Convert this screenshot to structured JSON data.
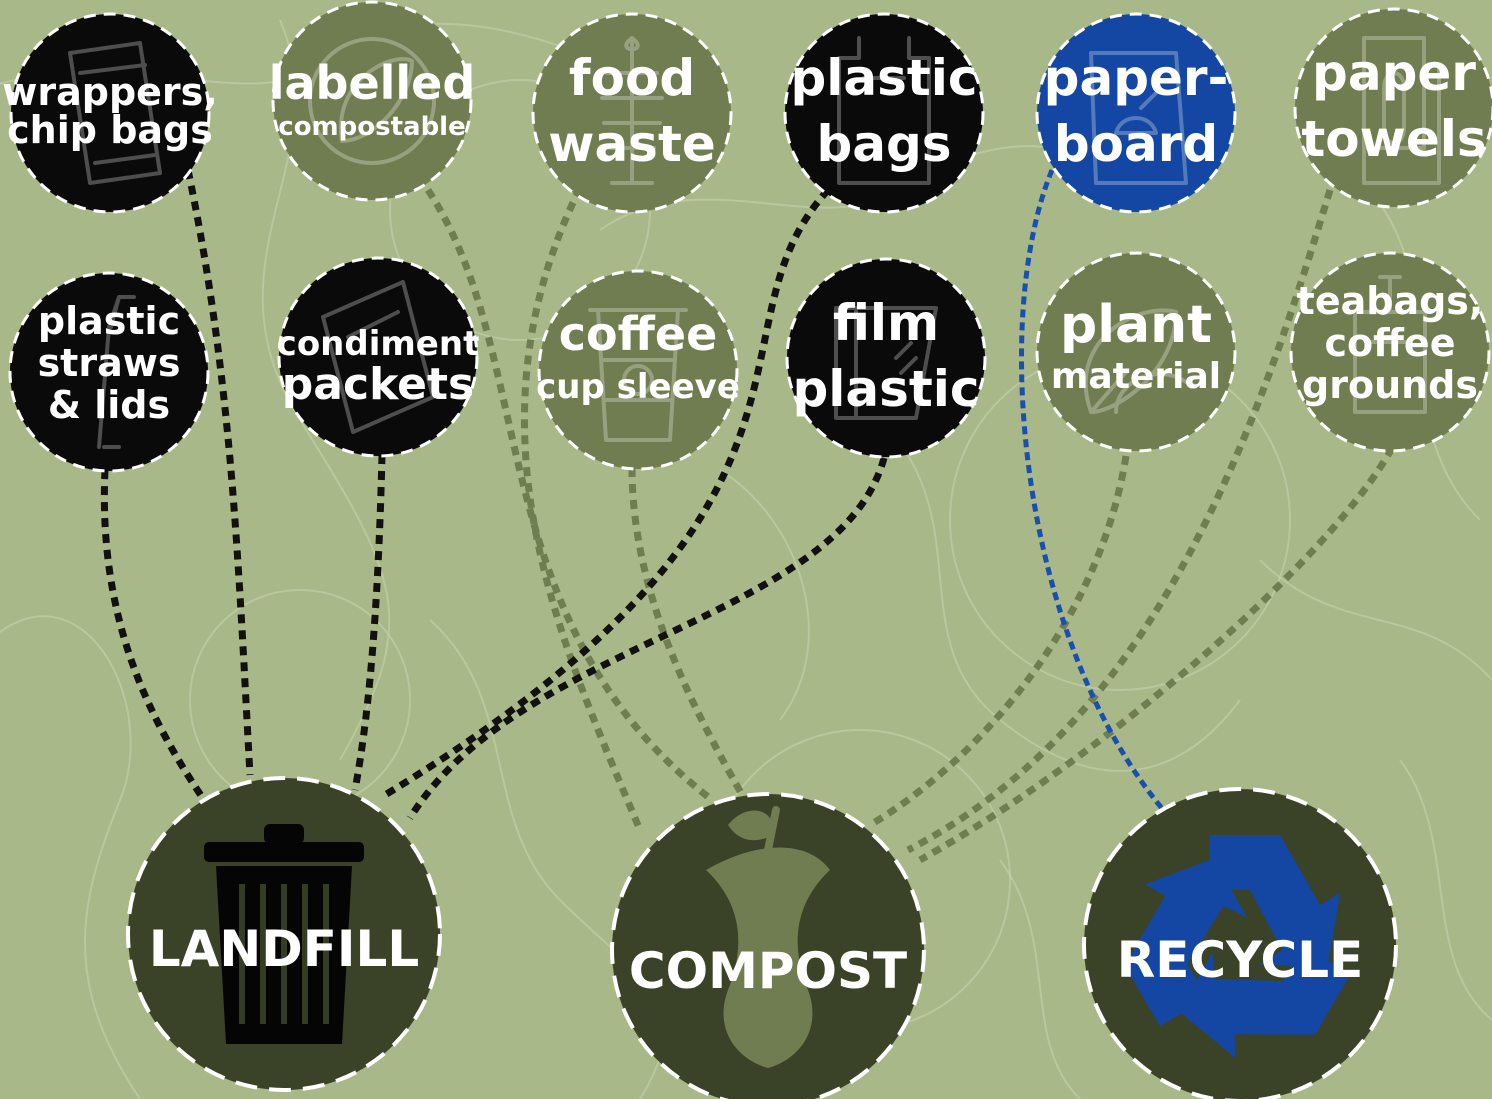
{
  "colors": {
    "background": "#a8b888",
    "landfill_item": "#0a0a0a",
    "compost_item": "#6f7d50",
    "recycle_item": "#1347a3",
    "bin_fill": "#3a4228",
    "landfill_line": "#111111",
    "compost_line": "#6f7d50",
    "recycle_line": "#1a4fb0"
  },
  "bins": [
    {
      "id": "landfill",
      "label": "LANDFILL",
      "icon": "trash-can-icon"
    },
    {
      "id": "compost",
      "label": "COMPOST",
      "icon": "apple-core-icon"
    },
    {
      "id": "recycle",
      "label": "RECYCLE",
      "icon": "recycle-icon"
    }
  ],
  "items": [
    {
      "id": "wrappers",
      "lines": [
        "wrappers,",
        "chip bags"
      ],
      "bin": "landfill",
      "icon": "wrapper-icon"
    },
    {
      "id": "labelled",
      "lines": [
        "labelled",
        "compostable"
      ],
      "bin": "compost",
      "icon": "compostable-leaf-icon"
    },
    {
      "id": "food",
      "lines": [
        "food",
        "waste"
      ],
      "bin": "compost",
      "icon": "fish-bone-icon"
    },
    {
      "id": "plastic-bags",
      "lines": [
        "plastic",
        "bags"
      ],
      "bin": "landfill",
      "icon": "plastic-bag-icon"
    },
    {
      "id": "paperboard",
      "lines": [
        "paper-",
        "board"
      ],
      "bin": "recycle",
      "icon": "cereal-box-icon"
    },
    {
      "id": "paper-towels",
      "lines": [
        "paper",
        "towels"
      ],
      "bin": "compost",
      "icon": "paper-towel-roll-icon"
    },
    {
      "id": "straws",
      "lines": [
        "plastic",
        "straws",
        "& lids"
      ],
      "bin": "landfill",
      "icon": "straw-icon"
    },
    {
      "id": "condiment",
      "lines": [
        "condiment",
        "packets"
      ],
      "bin": "landfill",
      "icon": "ketchup-packet-icon"
    },
    {
      "id": "coffee-sleeve",
      "lines": [
        "coffee",
        "cup sleeve"
      ],
      "bin": "compost",
      "icon": "coffee-cup-icon"
    },
    {
      "id": "film",
      "lines": [
        "film",
        "plastic"
      ],
      "bin": "landfill",
      "icon": "film-roll-icon"
    },
    {
      "id": "plant",
      "lines": [
        "plant",
        "material"
      ],
      "bin": "compost",
      "icon": "leaf-icon"
    },
    {
      "id": "teabags",
      "lines": [
        "teabags,",
        "coffee",
        "grounds"
      ],
      "bin": "compost",
      "icon": "teabag-icon"
    }
  ]
}
